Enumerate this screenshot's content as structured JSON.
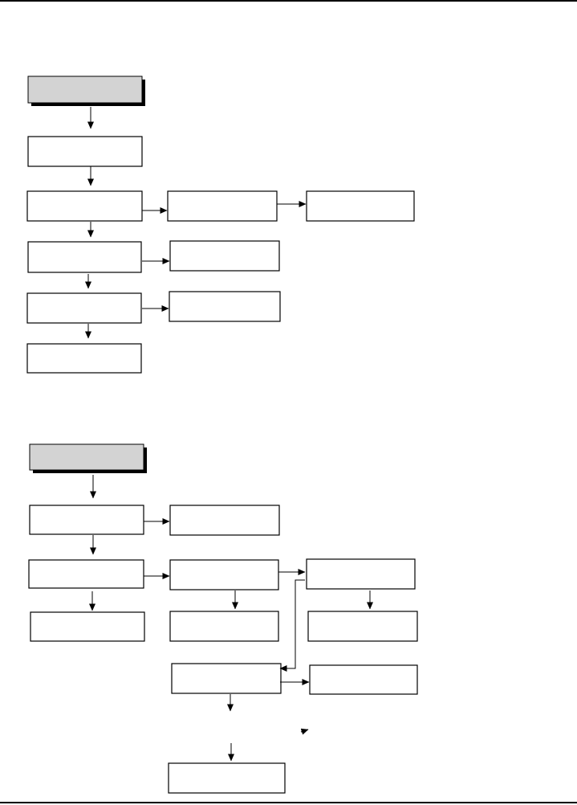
{
  "colors": {
    "rule": "#000000",
    "line": "#000000",
    "box_fill": "#ffffff",
    "header_fill": "#d3d3d3",
    "shadow": "#000000",
    "background": "#ffffff"
  },
  "flowcharts": [
    {
      "id": "flowchart-1",
      "header": {
        "label": ""
      },
      "boxes": [
        {
          "id": "step-1",
          "label": ""
        },
        {
          "id": "step-2",
          "label": ""
        },
        {
          "id": "step-2a",
          "label": ""
        },
        {
          "id": "step-2b",
          "label": ""
        },
        {
          "id": "step-3",
          "label": ""
        },
        {
          "id": "step-3a",
          "label": ""
        },
        {
          "id": "step-4",
          "label": ""
        },
        {
          "id": "step-4a",
          "label": ""
        },
        {
          "id": "step-5",
          "label": ""
        }
      ]
    },
    {
      "id": "flowchart-2",
      "header": {
        "label": ""
      },
      "boxes": [
        {
          "id": "step-1",
          "label": ""
        },
        {
          "id": "step-1a",
          "label": ""
        },
        {
          "id": "step-2",
          "label": ""
        },
        {
          "id": "step-2a",
          "label": ""
        },
        {
          "id": "step-2b",
          "label": ""
        },
        {
          "id": "step-3",
          "label": ""
        },
        {
          "id": "step-3a",
          "label": ""
        },
        {
          "id": "step-3b",
          "label": ""
        },
        {
          "id": "step-4",
          "label": ""
        },
        {
          "id": "step-4a",
          "label": ""
        },
        {
          "id": "step-5",
          "label": ""
        }
      ]
    }
  ]
}
